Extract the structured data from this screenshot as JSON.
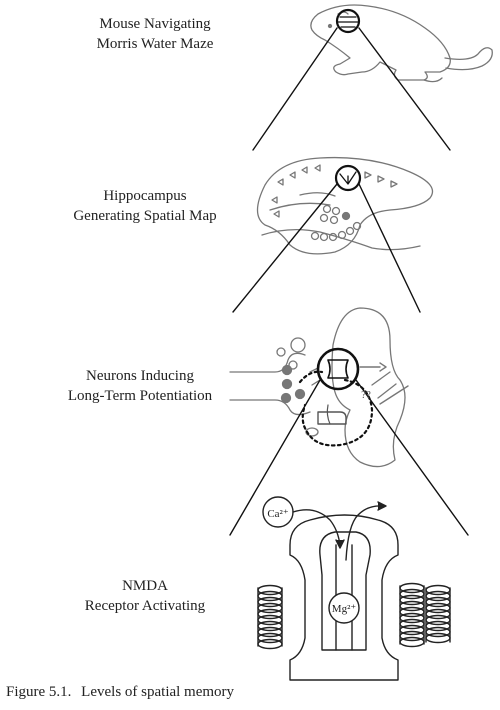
{
  "levels": [
    {
      "line1": "Mouse Navigating",
      "line2": "Morris Water Maze"
    },
    {
      "line1": "Hippocampus",
      "line2": "Generating Spatial Map"
    },
    {
      "line1": "Neurons Inducing",
      "line2": "Long-Term Potentiation"
    },
    {
      "line1": "NMDA",
      "line2": "Receptor Activating"
    }
  ],
  "ions": {
    "calcium": "Ca²⁺",
    "magnesium": "Mg²⁺"
  },
  "question_marks": "??",
  "caption": {
    "figure_number": "Figure 5.1.",
    "title": "Levels of spatial memory"
  }
}
